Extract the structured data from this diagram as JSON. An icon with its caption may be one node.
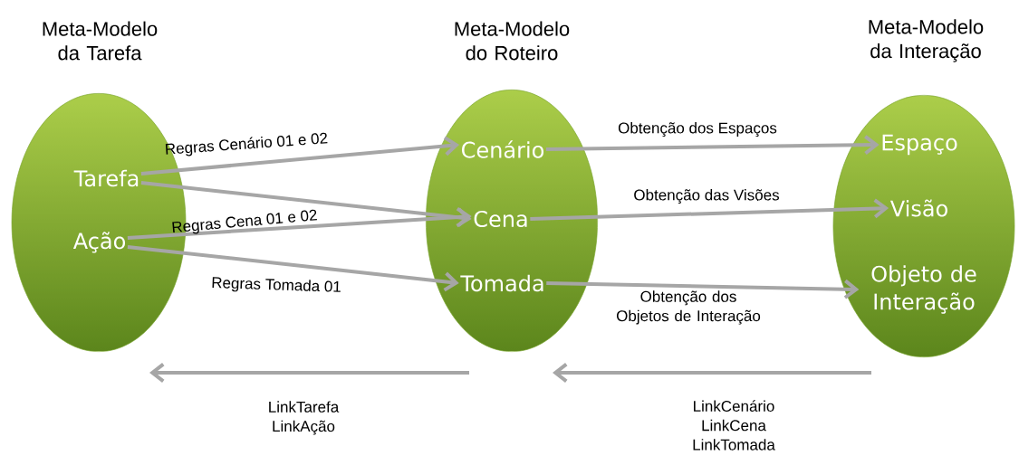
{
  "diagram": {
    "nodes": [
      {
        "text": [
          "Meta-Modelo da Tarefa"
        ]
      },
      {
        "text": [
          "Tarefa"
        ],
        "in": 0
      },
      {
        "text": [
          "Ação"
        ],
        "in": 0
      },
      {
        "text": [
          "Meta-Modelo do Roteiro"
        ]
      },
      {
        "text": [
          "Cenário"
        ],
        "in": 3
      },
      {
        "text": [
          "Cena"
        ],
        "in": 3
      },
      {
        "text": [
          "Tomada"
        ],
        "in": 3
      },
      {
        "text": [
          "Meta-Modelo da Interação"
        ]
      },
      {
        "text": [
          "Espaço"
        ],
        "in": 7
      },
      {
        "text": [
          "Visão"
        ],
        "in": 7
      },
      {
        "text": [
          "Objeto de Interação"
        ],
        "in": 7
      }
    ],
    "edges": [
      {
        "from": 1,
        "to": 4,
        "arrow": "to",
        "label": "Regras Cenário 01 e 02"
      },
      {
        "from": 1,
        "to": 5,
        "arrow": "to"
      },
      {
        "from": 2,
        "to": 5,
        "arrow": "to",
        "label": "Regras Cena 01 e 02"
      },
      {
        "from": 2,
        "to": 6,
        "arrow": "to",
        "label": "Regras Tomada 01"
      },
      {
        "from": 4,
        "to": 8,
        "arrow": "to",
        "label": "Obtenção dos Espaços"
      },
      {
        "from": 5,
        "to": 9,
        "arrow": "to",
        "label": "Obtenção das Visões"
      },
      {
        "from": 6,
        "to": 10,
        "arrow": "to",
        "label": "Obtenção dos Objetos de Interação"
      }
    ],
    "labels": [
      "LinkTarefa LinkAção",
      "LinkCenário LinkCena LinkTomada"
    ]
  }
}
